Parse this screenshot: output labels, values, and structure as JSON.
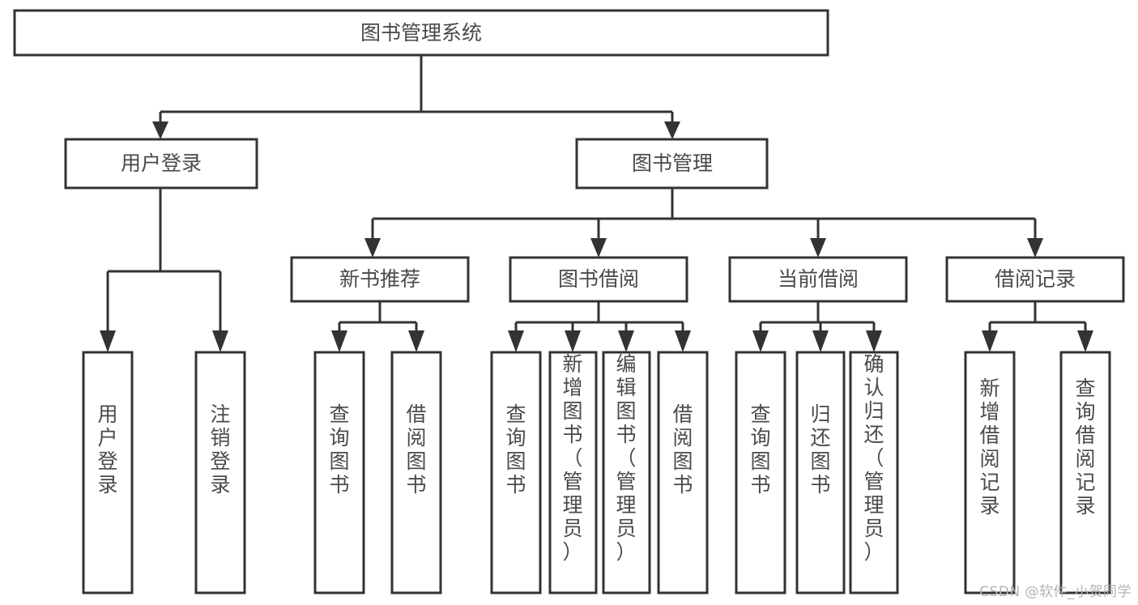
{
  "diagram": {
    "title": "图书管理系统",
    "type": "tree-hierarchy",
    "root": {
      "id": "root",
      "label": "图书管理系统",
      "orientation": "horizontal"
    },
    "level2": [
      {
        "id": "user-login",
        "label": "用户登录",
        "orientation": "horizontal"
      },
      {
        "id": "book-management",
        "label": "图书管理",
        "orientation": "horizontal"
      }
    ],
    "level3": [
      {
        "id": "new-book-recommend",
        "label": "新书推荐",
        "orientation": "horizontal",
        "parent": "book-management"
      },
      {
        "id": "book-borrow",
        "label": "图书借阅",
        "orientation": "horizontal",
        "parent": "book-management"
      },
      {
        "id": "current-borrow",
        "label": "当前借阅",
        "orientation": "horizontal",
        "parent": "book-management"
      },
      {
        "id": "borrow-record",
        "label": "借阅记录",
        "orientation": "horizontal",
        "parent": "book-management"
      }
    ],
    "leaves": [
      {
        "id": "leaf-user-login",
        "label": "用户登录",
        "orientation": "vertical",
        "parent": "user-login"
      },
      {
        "id": "leaf-logout-login",
        "label": "注销登录",
        "orientation": "vertical",
        "parent": "user-login"
      },
      {
        "id": "leaf-query-book-1",
        "label": "查询图书",
        "orientation": "vertical",
        "parent": "new-book-recommend"
      },
      {
        "id": "leaf-borrow-book-1",
        "label": "借阅图书",
        "orientation": "vertical",
        "parent": "new-book-recommend"
      },
      {
        "id": "leaf-query-book-2",
        "label": "查询图书",
        "orientation": "vertical",
        "parent": "book-borrow"
      },
      {
        "id": "leaf-add-book-admin",
        "label": "新增图书（管理员）",
        "orientation": "vertical",
        "parent": "book-borrow"
      },
      {
        "id": "leaf-edit-book-admin",
        "label": "编辑图书（管理员）",
        "orientation": "vertical",
        "parent": "book-borrow"
      },
      {
        "id": "leaf-borrow-book-2",
        "label": "借阅图书",
        "orientation": "vertical",
        "parent": "book-borrow"
      },
      {
        "id": "leaf-query-book-3",
        "label": "查询图书",
        "orientation": "vertical",
        "parent": "current-borrow"
      },
      {
        "id": "leaf-return-book",
        "label": "归还图书",
        "orientation": "vertical",
        "parent": "current-borrow"
      },
      {
        "id": "leaf-confirm-return-admin",
        "label": "确认归还（管理员）",
        "orientation": "vertical",
        "parent": "current-borrow"
      },
      {
        "id": "leaf-add-borrow-record",
        "label": "新增借阅记录",
        "orientation": "vertical",
        "parent": "borrow-record"
      },
      {
        "id": "leaf-query-borrow-record",
        "label": "查询借阅记录",
        "orientation": "vertical",
        "parent": "borrow-record"
      }
    ],
    "colors": {
      "box_stroke": "#333333",
      "box_fill": "#ffffff",
      "text": "#4a4a4a",
      "connector": "#333333",
      "background": "#ffffff",
      "watermark": "#b3b3b3"
    }
  },
  "watermark": {
    "text": "CSDN @软件_小贺同学"
  }
}
